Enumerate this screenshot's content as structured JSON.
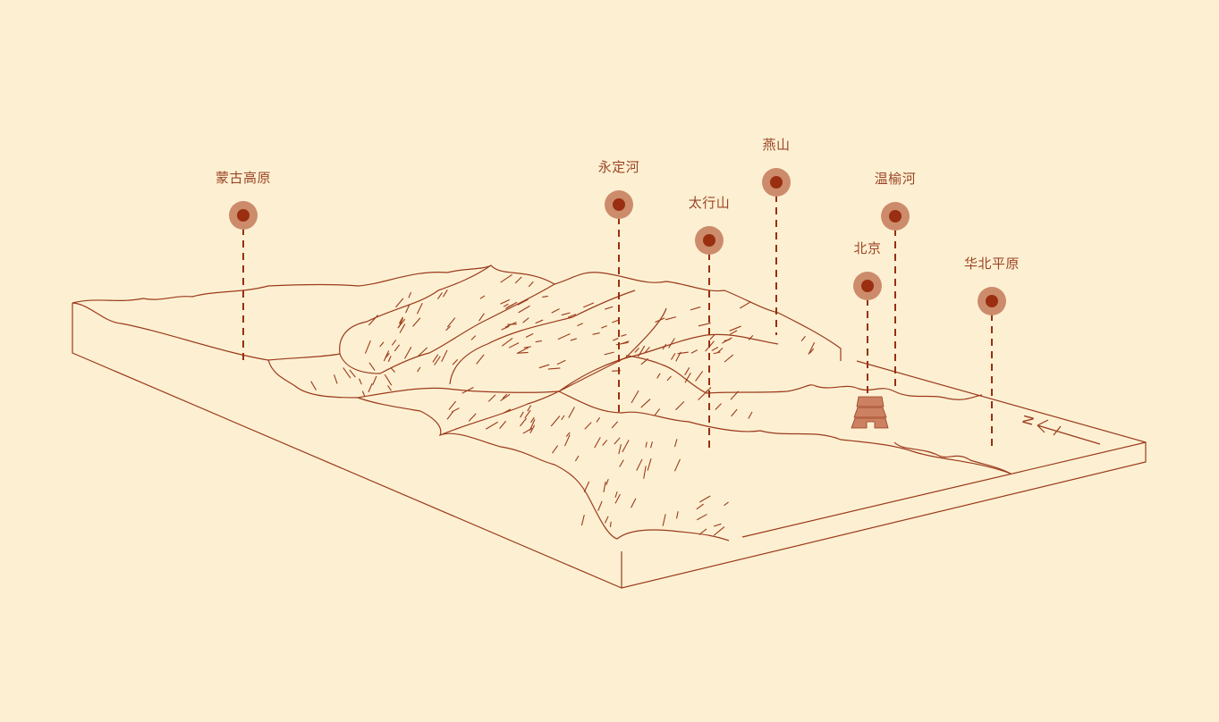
{
  "colors": {
    "background": "#fdf0d2",
    "line": "#9b3a1c",
    "pin_outer": "#cc8c6c",
    "pin_inner": "#9a2e10",
    "label": "#9b4527",
    "city_icon": "#cc8262"
  },
  "pins": [
    {
      "id": "mongolian-plateau",
      "label": "蒙古高原"
    },
    {
      "id": "yongding-river",
      "label": "永定河"
    },
    {
      "id": "taihang-mountains",
      "label": "太行山"
    },
    {
      "id": "yan-mountains",
      "label": "燕山"
    },
    {
      "id": "wenyu-river",
      "label": "温榆河"
    },
    {
      "id": "beijing",
      "label": "北京"
    },
    {
      "id": "north-china-plain",
      "label": "华北平原"
    }
  ],
  "compass": {
    "label": "N",
    "icon": "north-arrow-icon"
  },
  "city_icon": "pagoda-gate-icon"
}
